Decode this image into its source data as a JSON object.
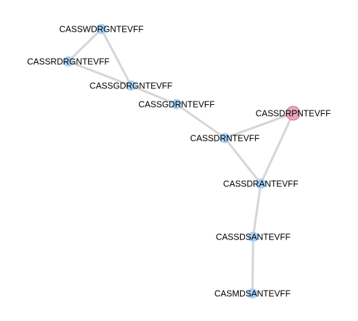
{
  "graph": {
    "nodes": [
      {
        "id": "n1",
        "label": "CASSWDRGNTEVFF",
        "color": "#a9d2f7",
        "highlighted": false
      },
      {
        "id": "n2",
        "label": "CASSRDRGNTEVFF",
        "color": "#a9d2f7",
        "highlighted": false
      },
      {
        "id": "n3",
        "label": "CASSGDRGNTEVFF",
        "color": "#a9d2f7",
        "highlighted": false
      },
      {
        "id": "n4",
        "label": "CASSGDRNTEVFF",
        "color": "#a9d2f7",
        "highlighted": false
      },
      {
        "id": "n5",
        "label": "CASSDRPNTEVFF",
        "color": "#eaa6bd",
        "highlighted": true
      },
      {
        "id": "n6",
        "label": "CASSDRNTEVFF",
        "color": "#a9d2f7",
        "highlighted": false
      },
      {
        "id": "n7",
        "label": "CASSDRANTEVFF",
        "color": "#a9d2f7",
        "highlighted": false
      },
      {
        "id": "n8",
        "label": "CASSDSANTEVFF",
        "color": "#a9d2f7",
        "highlighted": false
      },
      {
        "id": "n9",
        "label": "CASMDSANTEVFF",
        "color": "#a9d2f7",
        "highlighted": false
      }
    ],
    "edges": [
      {
        "source": "n1",
        "target": "n2"
      },
      {
        "source": "n1",
        "target": "n3"
      },
      {
        "source": "n2",
        "target": "n3"
      },
      {
        "source": "n3",
        "target": "n4"
      },
      {
        "source": "n4",
        "target": "n6"
      },
      {
        "source": "n6",
        "target": "n5"
      },
      {
        "source": "n6",
        "target": "n7"
      },
      {
        "source": "n5",
        "target": "n7"
      },
      {
        "source": "n7",
        "target": "n8"
      },
      {
        "source": "n8",
        "target": "n9"
      }
    ],
    "colors": {
      "edge": "#d6d6d6",
      "default_node": "#a9d2f7",
      "highlight_node": "#eaa6bd",
      "highlight_stroke": "#d77a9a"
    }
  }
}
